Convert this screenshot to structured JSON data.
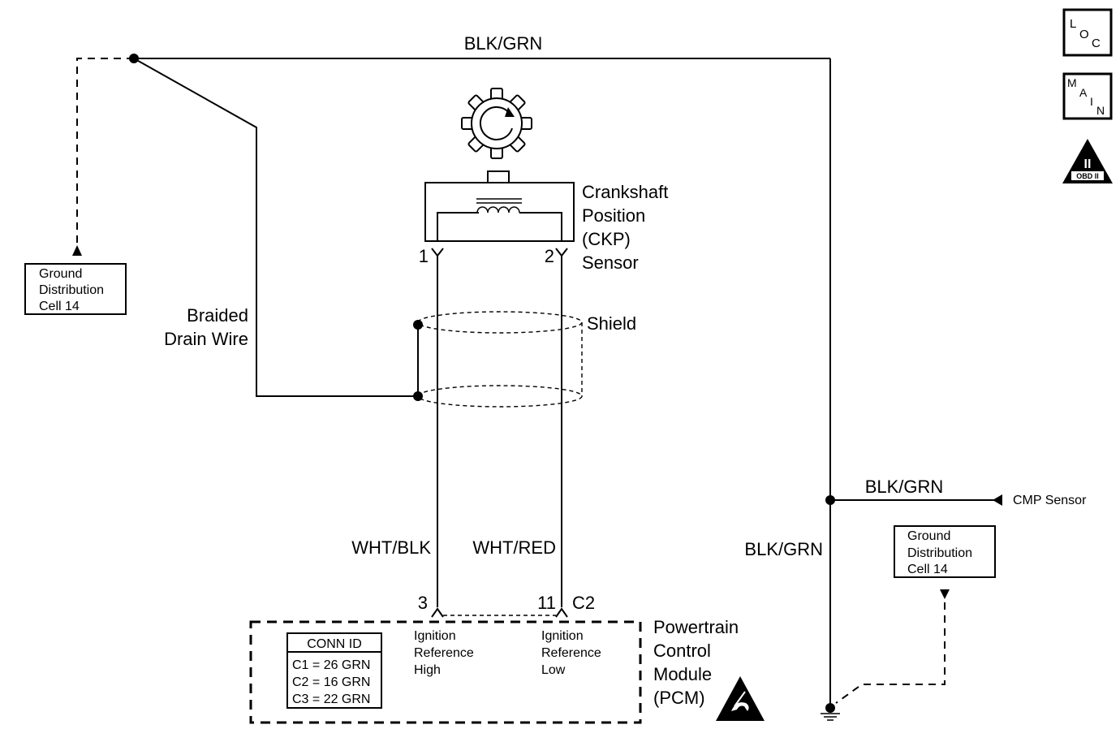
{
  "wires": {
    "top_label": "BLK/GRN",
    "cmp_branch_label": "BLK/GRN",
    "right_vertical_label": "BLK/GRN",
    "pin3_wire_label": "WHT/BLK",
    "pin11_wire_label": "WHT/RED"
  },
  "ckp_sensor": {
    "name_line1": "Crankshaft",
    "name_line2": "Position",
    "name_line3": "(CKP)",
    "name_line4": "Sensor",
    "pin1": "1",
    "pin2": "2"
  },
  "shield": {
    "label": "Shield"
  },
  "drain_wire": {
    "line1": "Braided",
    "line2": "Drain Wire"
  },
  "ground_left": {
    "line1": "Ground",
    "line2": "Distribution",
    "line3": "Cell 14"
  },
  "ground_right": {
    "line1": "Ground",
    "line2": "Distribution",
    "line3": "Cell 14"
  },
  "cmp": {
    "label": "CMP Sensor"
  },
  "pcm": {
    "name_line1": "Powertrain",
    "name_line2": "Control",
    "name_line3": "Module",
    "name_line4": "(PCM)",
    "pin_high": "3",
    "pin_low": "11",
    "connector": "C2",
    "high_line1": "Ignition",
    "high_line2": "Reference",
    "high_line3": "High",
    "low_line1": "Ignition",
    "low_line2": "Reference",
    "low_line3": "Low"
  },
  "conn_id": {
    "title": "CONN ID",
    "rows": [
      "C1 = 26 GRN",
      "C2 = 16 GRN",
      "C3 = 22 GRN"
    ]
  },
  "icons": {
    "loc": {
      "l": "L",
      "o": "O",
      "c": "C"
    },
    "main": {
      "m": "M",
      "a": "A",
      "i": "I",
      "n": "N"
    },
    "obd": {
      "numeral": "II",
      "label": "OBD II"
    }
  }
}
